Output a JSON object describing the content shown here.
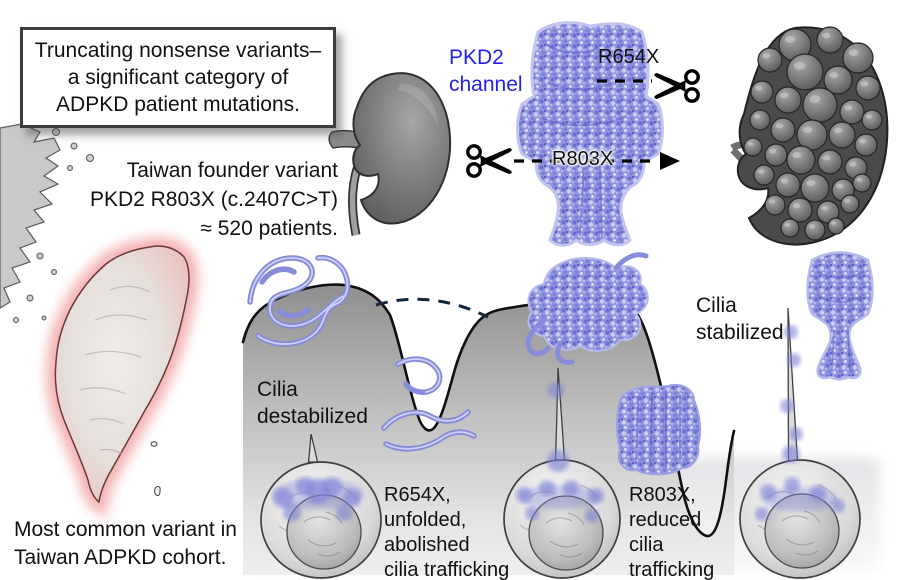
{
  "title_box": {
    "lines": [
      "Truncating nonsense variants–",
      "a significant category of",
      "ADPKD patient mutations."
    ]
  },
  "taiwan": {
    "caption_lines": [
      "Taiwan founder variant",
      "PKD2 R803X (c.2407C>T)",
      "≈ 520 patients."
    ],
    "footer_lines": [
      "Most common variant in",
      "Taiwan ADPKD cohort."
    ],
    "glow_color": "#f2a9a9"
  },
  "channel": {
    "label_lines": [
      "PKD2",
      "channel"
    ],
    "label_color": "#2222ee",
    "variant_top": "R654X",
    "variant_mid": "R803X",
    "protein_color": "#8e93df"
  },
  "landscape": {
    "left_label_lines": [
      "Cilia",
      "destabilized"
    ],
    "right_label_lines": [
      "Cilia",
      "stabilized"
    ],
    "r654x_caption_lines": [
      "R654X,",
      "unfolded,",
      "abolished",
      "cilia trafficking"
    ],
    "r803x_caption_lines": [
      "R803X,",
      "reduced",
      "cilia",
      "trafficking"
    ]
  }
}
